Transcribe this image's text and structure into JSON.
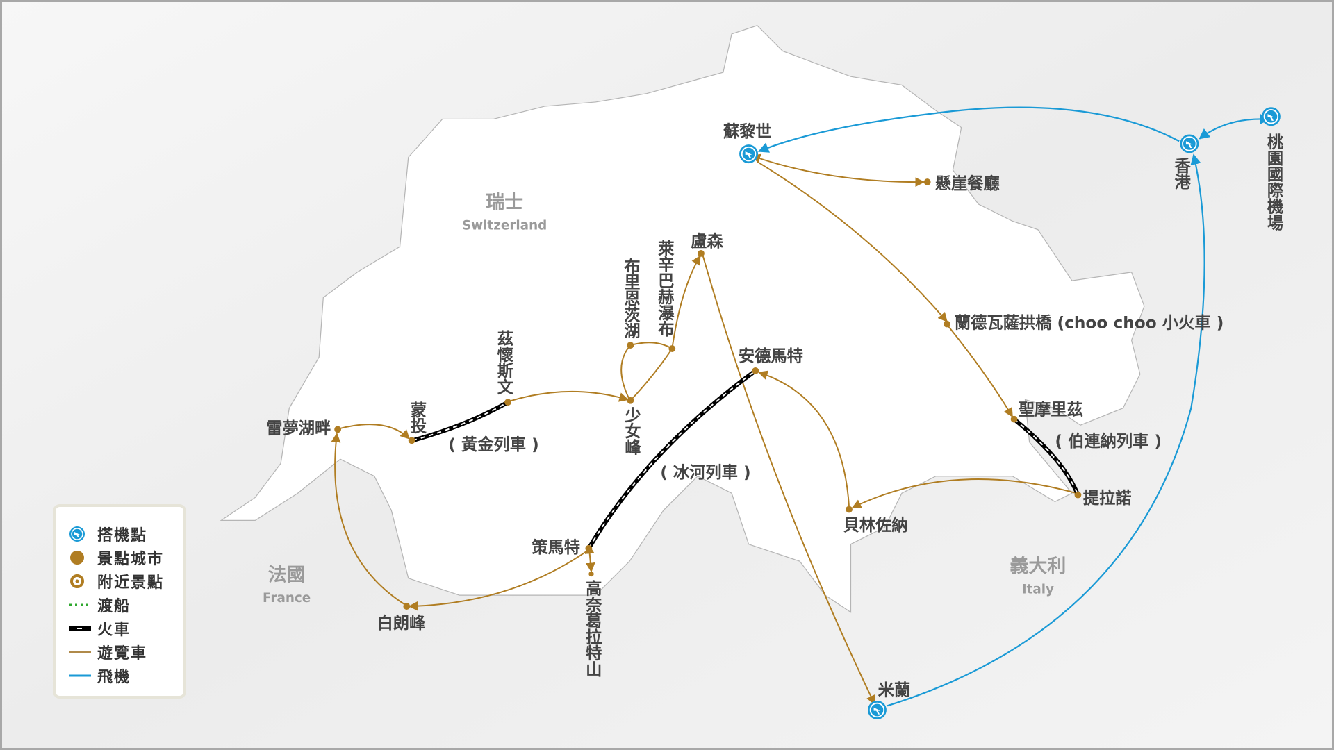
{
  "colors": {
    "tour": "#b07d22",
    "flight": "#1a9ad6",
    "train": "#000000",
    "ferry": "#2fa82f",
    "land": "#ffffff",
    "border": "#b5b5b5"
  },
  "countries": {
    "switzerland": {
      "zh": "瑞士",
      "en": "Switzerland"
    },
    "france": {
      "zh": "法國",
      "en": "France"
    },
    "italy": {
      "zh": "義大利",
      "en": "Italy"
    }
  },
  "places": {
    "zurich": "蘇黎世",
    "cliff_restaurant": "懸崖餐廳",
    "hong_kong": "香港",
    "taoyuan": "桃園國際機場",
    "milan": "米蘭",
    "landwasser": "蘭德瓦薩拱橋 (choo choo 小火車 )",
    "st_moritz": "聖摩里茲",
    "tirano": "提拉諾",
    "bellinzona": "貝林佐納",
    "andermatt": "安德馬特",
    "zermatt": "策馬特",
    "gornergrat": "高奈葛拉特山",
    "mont_blanc": "白朗峰",
    "lake_geneva": "雷夢湖畔",
    "montreux": "蒙投",
    "zweisimmen": "茲懷斯文",
    "jungfrau": "少女峰",
    "lake_brienz": "布里恩茨湖",
    "reichenbach": "萊辛巴赫瀑布",
    "lucerne": "盧森"
  },
  "train_labels": {
    "golden_pass": "( 黃金列車 )",
    "glacier": "( 冰河列車 )",
    "bernina": "( 伯連納列車 )"
  },
  "legend": [
    {
      "icon": "airport-icon",
      "label": "搭機點"
    },
    {
      "icon": "city-dot-icon",
      "label": "景點城市"
    },
    {
      "icon": "nearby-ring-icon",
      "label": "附近景點"
    },
    {
      "icon": "ferry-line-icon",
      "label": "渡船"
    },
    {
      "icon": "train-line-icon",
      "label": "火車"
    },
    {
      "icon": "tour-bus-line-icon",
      "label": "遊覽車"
    },
    {
      "icon": "flight-line-icon",
      "label": "飛機"
    }
  ]
}
